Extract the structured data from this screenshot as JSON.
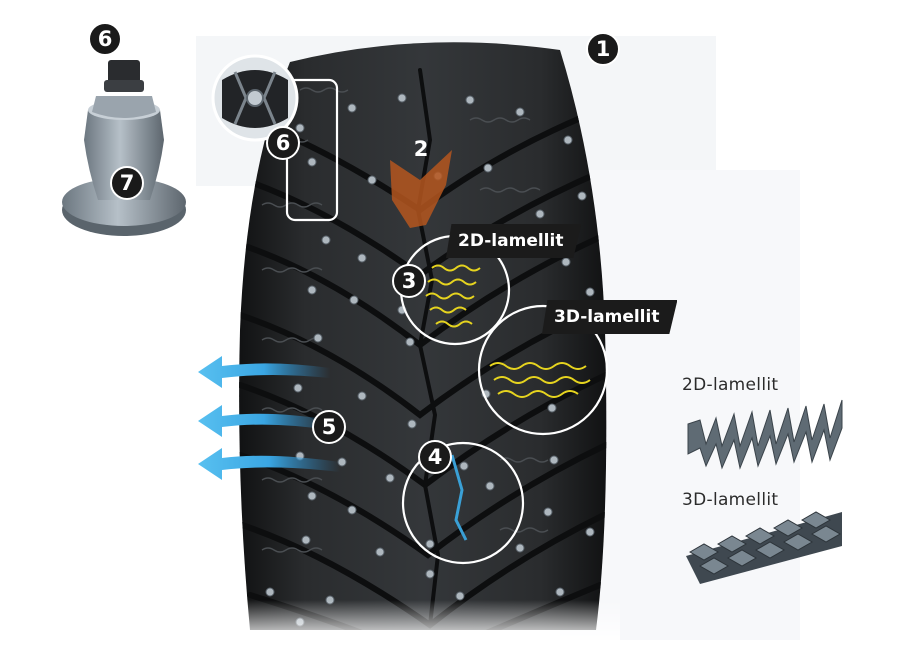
{
  "callouts": {
    "n1": "1",
    "n2": "2",
    "n3": "3",
    "n4": "4",
    "n5": "5",
    "n6_stud": "6",
    "n6_tread": "6",
    "n7": "7"
  },
  "tags": {
    "sipes_2d": "2D-lamellit",
    "sipes_3d": "3D-lamellit"
  },
  "legend": {
    "sipes_2d_label": "2D-lamellit",
    "sipes_3d_label": "3D-lamellit"
  },
  "colors": {
    "tire": "#1c1d1f",
    "highlight_orange": "#b5561f",
    "sipe_yellow": "#e6d41f",
    "airflow_blue": "#4ab3e8",
    "water_blue": "#3aa0d6",
    "stud_metal": "#8f9aa3"
  }
}
